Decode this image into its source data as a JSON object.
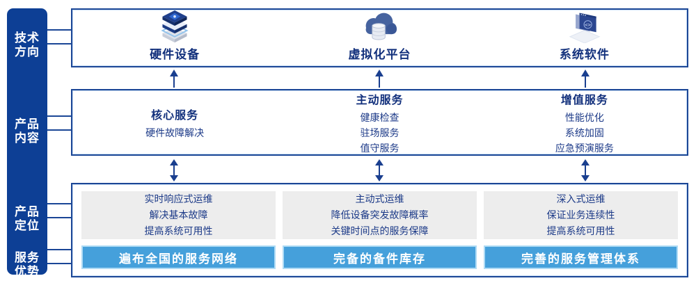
{
  "sidebar": {
    "items": [
      {
        "label": "技术\n方向"
      },
      {
        "label": "产品\n内容"
      },
      {
        "label": "产品\n定位"
      },
      {
        "label": "服务\n优势"
      }
    ]
  },
  "tech_row": {
    "items": [
      {
        "label": "硬件设备",
        "icon": "server-stack-icon"
      },
      {
        "label": "虚拟化平台",
        "icon": "cloud-database-icon"
      },
      {
        "label": "系统软件",
        "icon": "code-window-icon"
      }
    ]
  },
  "content_row": {
    "columns": [
      {
        "title": "核心服务",
        "items": [
          "硬件故障解决"
        ]
      },
      {
        "title": "主动服务",
        "items": [
          "健康检查",
          "驻场服务",
          "值守服务"
        ]
      },
      {
        "title": "增值服务",
        "items": [
          "性能优化",
          "系统加固",
          "应急预演服务"
        ]
      }
    ]
  },
  "position_row": {
    "columns": [
      {
        "lines": [
          "实时响应式运维",
          "解决基本故障",
          "提高系统可用性"
        ],
        "banner": "遍布全国的服务网络"
      },
      {
        "lines": [
          "主动式运维",
          "降低设备突发故障概率",
          "关键时间点的服务保障"
        ],
        "banner": "完备的备件库存"
      },
      {
        "lines": [
          "深入式运维",
          "保证业务连续性",
          "提高系统可用性"
        ],
        "banner": "完善的服务管理体系"
      }
    ]
  },
  "colors": {
    "sidebar_navy": "#0d3f95",
    "border_navy": "#1c4796",
    "title_navy": "#12307c",
    "body_navy": "#1c3a88",
    "banner_blue": "#45a0db",
    "banner_border": "#aedbf5",
    "gray_box": "#ededed",
    "arrow_navy": "#1a3f8f"
  }
}
